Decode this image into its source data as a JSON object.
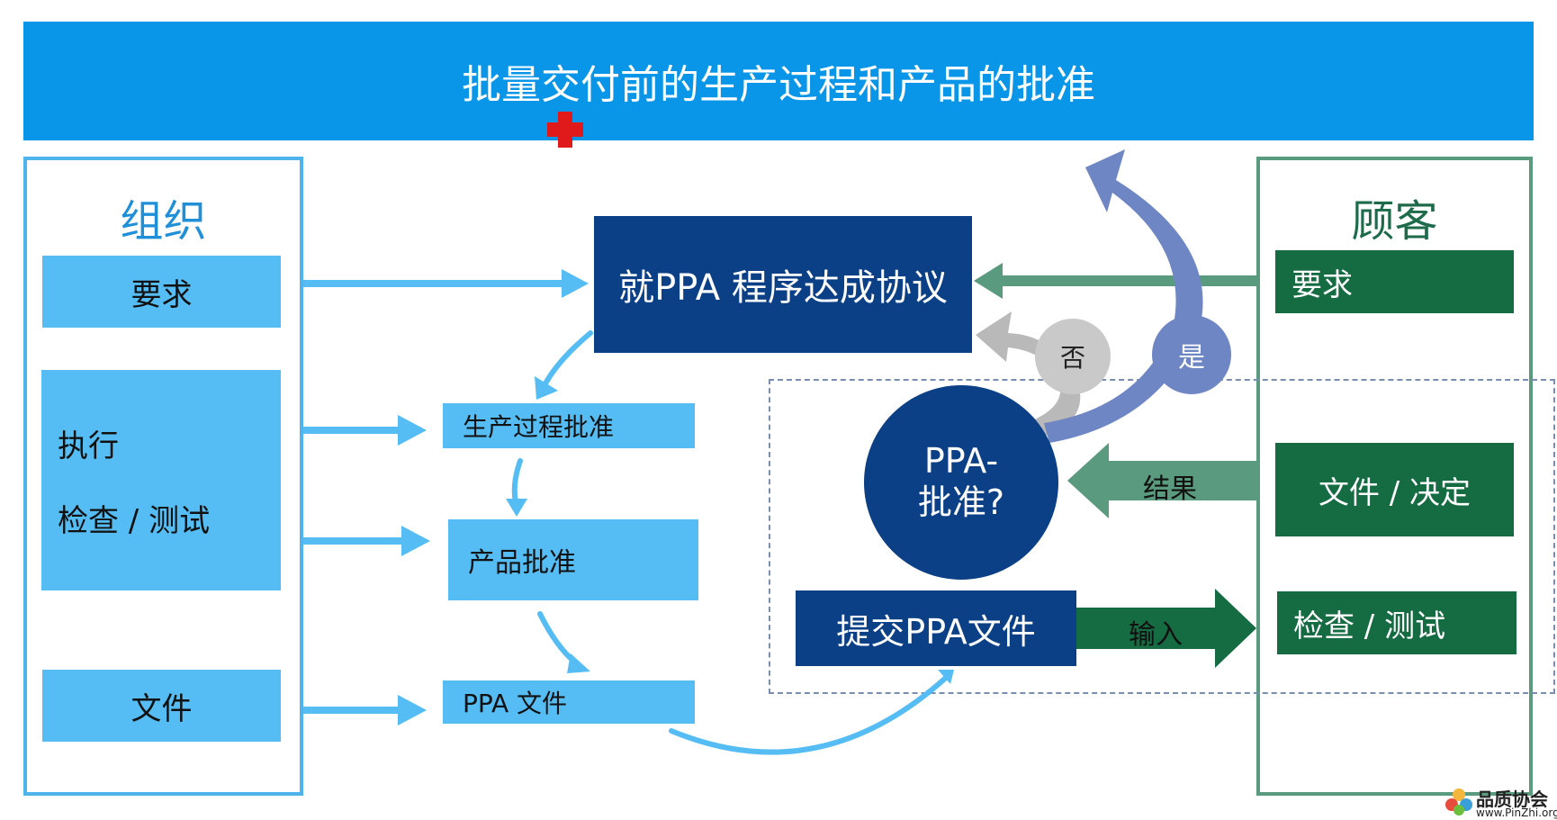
{
  "title": "批量交付前的生产过程和产品的批准",
  "org": {
    "title": "组织",
    "req": "要求",
    "exec": "执行",
    "inspect": "检查 / 测试",
    "docs": "文件"
  },
  "customer": {
    "title": "顾客",
    "req": "要求",
    "decision": "文件 / 决定",
    "inspect": "检查 / 测试"
  },
  "center": {
    "agreement": "就PPA 程序达成协议",
    "process_approval": "生产过程批准",
    "product_approval": "产品批准",
    "ppa_docs": "PPA 文件",
    "submit": "提交PPA文件",
    "ppa_question_line1": "PPA-",
    "ppa_question_line2": "批准?",
    "no": "否",
    "yes": "是",
    "result": "结果",
    "input": "输入"
  },
  "logo": {
    "name": "品质协会",
    "url": "www.PinZhi.org"
  },
  "colors": {
    "banner": "#0a96e8",
    "light_blue": "#55bdf3",
    "navy": "#0b3f86",
    "dark_green": "#156b42",
    "mid_green": "#5a9a7e",
    "grey": "#c9c9c9",
    "periwinkle": "#6f86c4"
  }
}
